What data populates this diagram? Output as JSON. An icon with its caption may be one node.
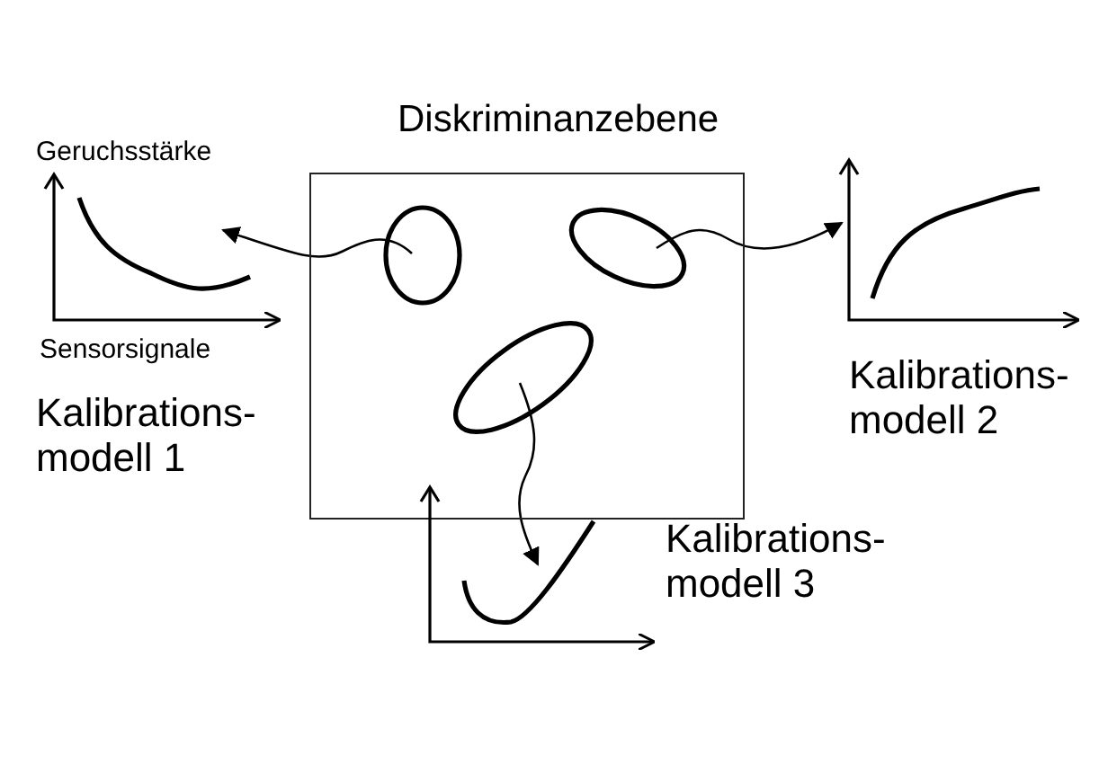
{
  "diagram": {
    "nodes": [
      {
        "text": [
          "Diskriminanzebene"
        ]
      },
      {
        "text": [],
        "shape": "ellipse",
        "in": 0
      },
      {
        "text": [],
        "shape": "ellipse",
        "in": 0
      },
      {
        "text": [],
        "shape": "ellipse",
        "in": 0
      },
      {
        "text": [],
        "shape": "chart",
        "beside": [
          "Geruchsstärke",
          "Sensorsignale",
          "Kalibrations- modell 1"
        ]
      },
      {
        "text": [],
        "shape": "chart",
        "beside": [
          "Kalibrations- modell 2"
        ]
      },
      {
        "text": [],
        "shape": "chart",
        "beside": [
          "Kalibrations- modell 3"
        ]
      }
    ],
    "edges": [
      {
        "from": 1,
        "to": 4,
        "arrow": "to"
      },
      {
        "from": 2,
        "to": 5,
        "arrow": "to"
      },
      {
        "from": 3,
        "to": 6,
        "arrow": "to"
      }
    ]
  }
}
